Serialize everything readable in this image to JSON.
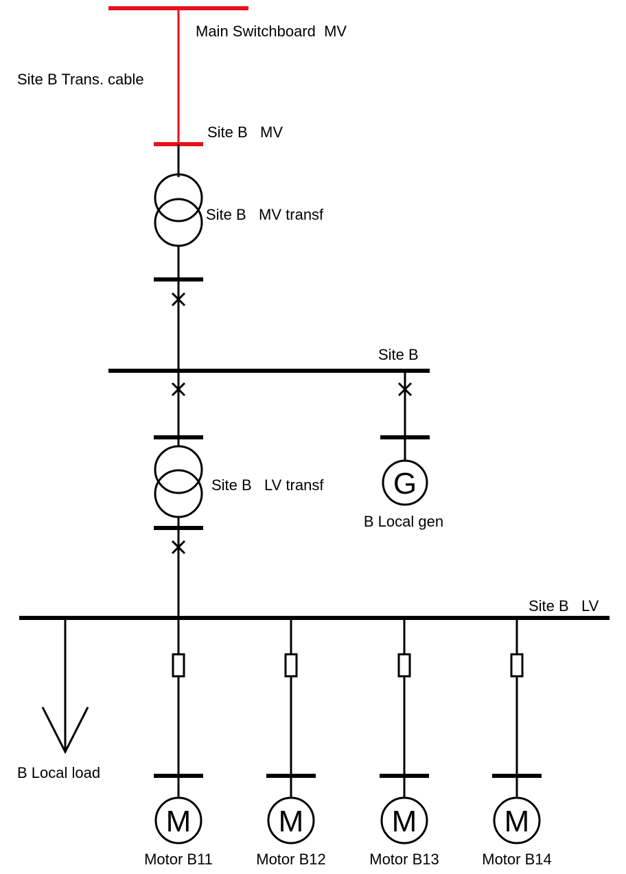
{
  "colors": {
    "mv_cable": "#e8101a",
    "line": "#000000",
    "background": "#ffffff"
  },
  "labels": {
    "main_switchboard": "Main Switchboard  MV",
    "trans_cable": "Site B Trans. cable",
    "site_b_mv": "Site B   MV",
    "mv_transf": "Site B   MV transf",
    "site_b_bus": "Site B",
    "lv_transf": "Site B   LV transf",
    "local_gen": "B Local gen",
    "site_b_lv": "Site B   LV",
    "local_load": "B Local load"
  },
  "generator_symbol": "G",
  "motors": [
    {
      "label": "Motor B11",
      "symbol": "M"
    },
    {
      "label": "Motor B12",
      "symbol": "M"
    },
    {
      "label": "Motor B13",
      "symbol": "M"
    },
    {
      "label": "Motor B14",
      "symbol": "M"
    }
  ]
}
